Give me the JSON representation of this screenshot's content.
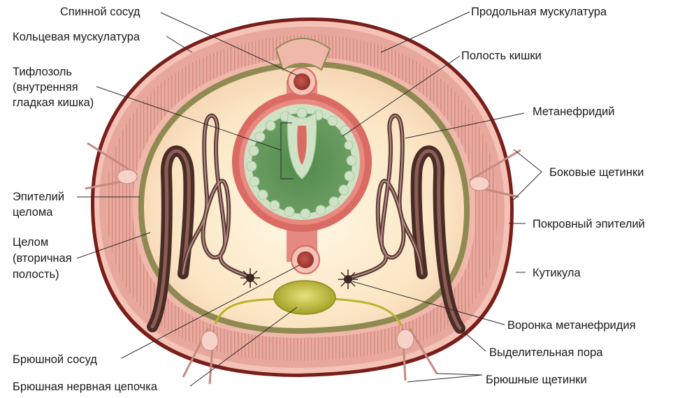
{
  "labels": {
    "dorsal_vessel": "Спинной сосуд",
    "circular_muscle": "Кольцевая мускулатура",
    "typhlosole_1": "Тифлозоль",
    "typhlosole_2": "(внутренняя",
    "typhlosole_3": "гладкая кишка)",
    "coelom_epithelium_1": "Эпителий",
    "coelom_epithelium_2": "целома",
    "coelom_1": "Целом",
    "coelom_2": "(вторичная",
    "coelom_3": "полость)",
    "ventral_vessel": "Брюшной сосуд",
    "ventral_nerve_cord": "Брюшная нервная цепочка",
    "longitudinal_muscle": "Продольная мускулатура",
    "gut_cavity": "Полость кишки",
    "metanephridium": "Метанефридий",
    "lateral_setae": "Боковые щетинки",
    "epidermis": "Покровный эпителий",
    "cuticle": "Кутикула",
    "nephrostome": "Воронка метанефридия",
    "excretory_pore": "Выделительная пора",
    "ventral_setae": "Брюшные щетинки"
  },
  "colors": {
    "cuticle": "#7a1e1a",
    "muscle": "#e6a39a",
    "muscle_stripe": "#c9776c",
    "peritoneum": "#8f8a52",
    "coelom": "#fbe8c8",
    "gut_wall": "#d96b62",
    "gut_epithelium": "#5f8f58",
    "gut_cells": "#cfe2c6",
    "nephridium": "#5a3a34",
    "nerve_cord": "#b7b42a"
  }
}
